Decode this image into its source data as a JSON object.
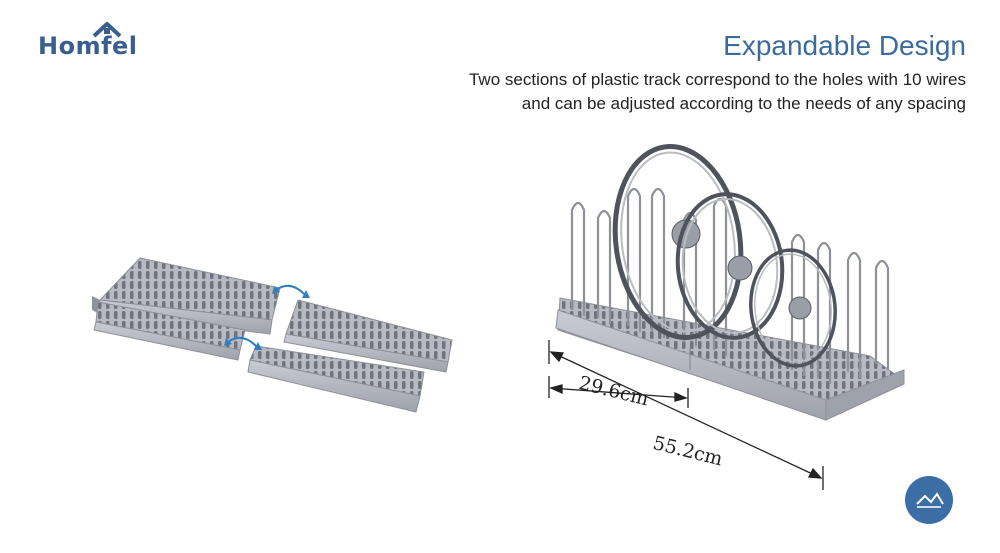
{
  "brand": {
    "name": "Homfel"
  },
  "header": {
    "title": "Expandable Design",
    "description_line1": "Two sections of plastic track correspond to the holes with 10 wires",
    "description_line2": "and can be adjusted according to the needs of any spacing"
  },
  "dimensions": {
    "short": "29.6cm",
    "long": "55.2cm"
  },
  "colors": {
    "brand": "#3a5f8f",
    "title": "#3a6b9a",
    "plastic": "#a9adb6",
    "arrow": "#2f7fc0",
    "badge": "#3a6ea5"
  },
  "icons": {
    "badge": "mountain-badge-icon",
    "arrows": "swap-arrow-icon"
  }
}
